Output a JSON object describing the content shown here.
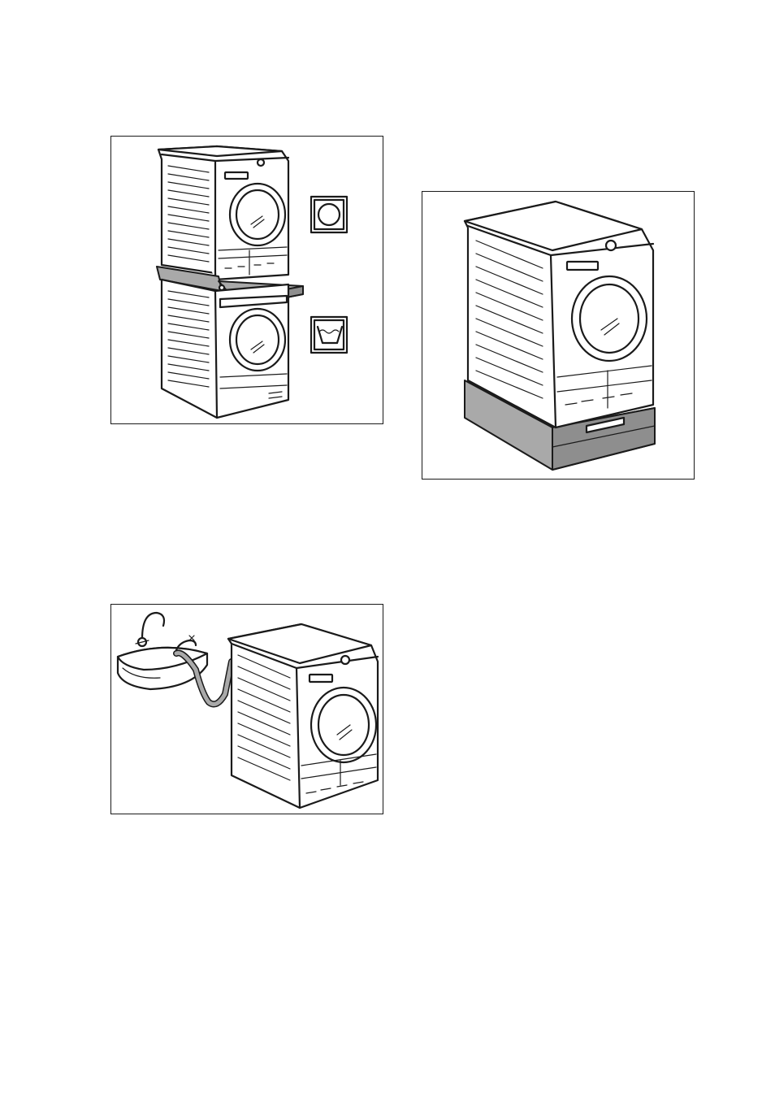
{
  "page": {
    "figures": [
      {
        "id": "stack",
        "icons": [
          "tumble-dryer-symbol-icon",
          "washing-machine-symbol-icon"
        ]
      },
      {
        "id": "pedestal"
      },
      {
        "id": "sink"
      }
    ]
  },
  "colors": {
    "line": "#1a1a1a",
    "fill_gray": "#a9a9a9",
    "fill_dark_gray": "#8e8e8e"
  }
}
